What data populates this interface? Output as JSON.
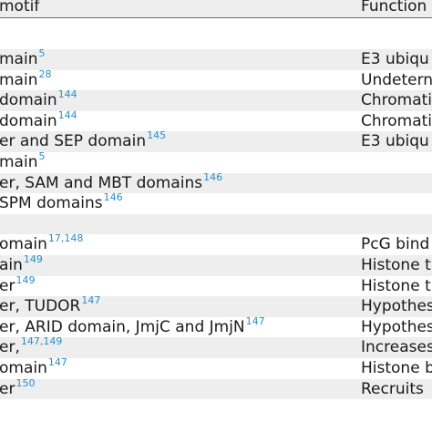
{
  "table": {
    "headers": {
      "motif": "motif",
      "function": "Function"
    },
    "rows": [
      {
        "motif": "main",
        "ref": "5",
        "function": "E3 ubiqu"
      },
      {
        "motif": "main",
        "ref": "28",
        "function": "Undetern"
      },
      {
        "motif": "domain",
        "ref": "144",
        "function": "Chromati"
      },
      {
        "motif": "domain",
        "ref": "144",
        "function": "Chromati"
      },
      {
        "motif": "er and SEP domain",
        "ref": "145",
        "function": "E3 ubiqu"
      },
      {
        "motif": "main",
        "ref": "5",
        "function": ""
      },
      {
        "motif": "er, SAM and MBT domains",
        "ref": "146",
        "function": ""
      },
      {
        "motif": " SPM domains",
        "ref": "146",
        "function": ""
      },
      {
        "motif": "",
        "ref": "",
        "function": ""
      },
      {
        "motif": "omain",
        "ref": "17,148",
        "function": "PcG bind"
      },
      {
        "motif": "ain",
        "ref": "149",
        "function": "Histone t"
      },
      {
        "motif": "er",
        "ref": "149",
        "function": "Histone t"
      },
      {
        "motif": "er, TUDOR",
        "ref": "147",
        "function": "Hypothes"
      },
      {
        "motif": "er, ARID domain, JmjC and JmjN",
        "ref": "147",
        "function": "Hypothes"
      },
      {
        "motif": "er,",
        "ref": "147,149",
        "function": "Increases"
      },
      {
        "motif": "omain",
        "ref": "147",
        "function": "Histone b"
      },
      {
        "motif": "er",
        "ref": "150",
        "function": "Recruits"
      }
    ]
  }
}
